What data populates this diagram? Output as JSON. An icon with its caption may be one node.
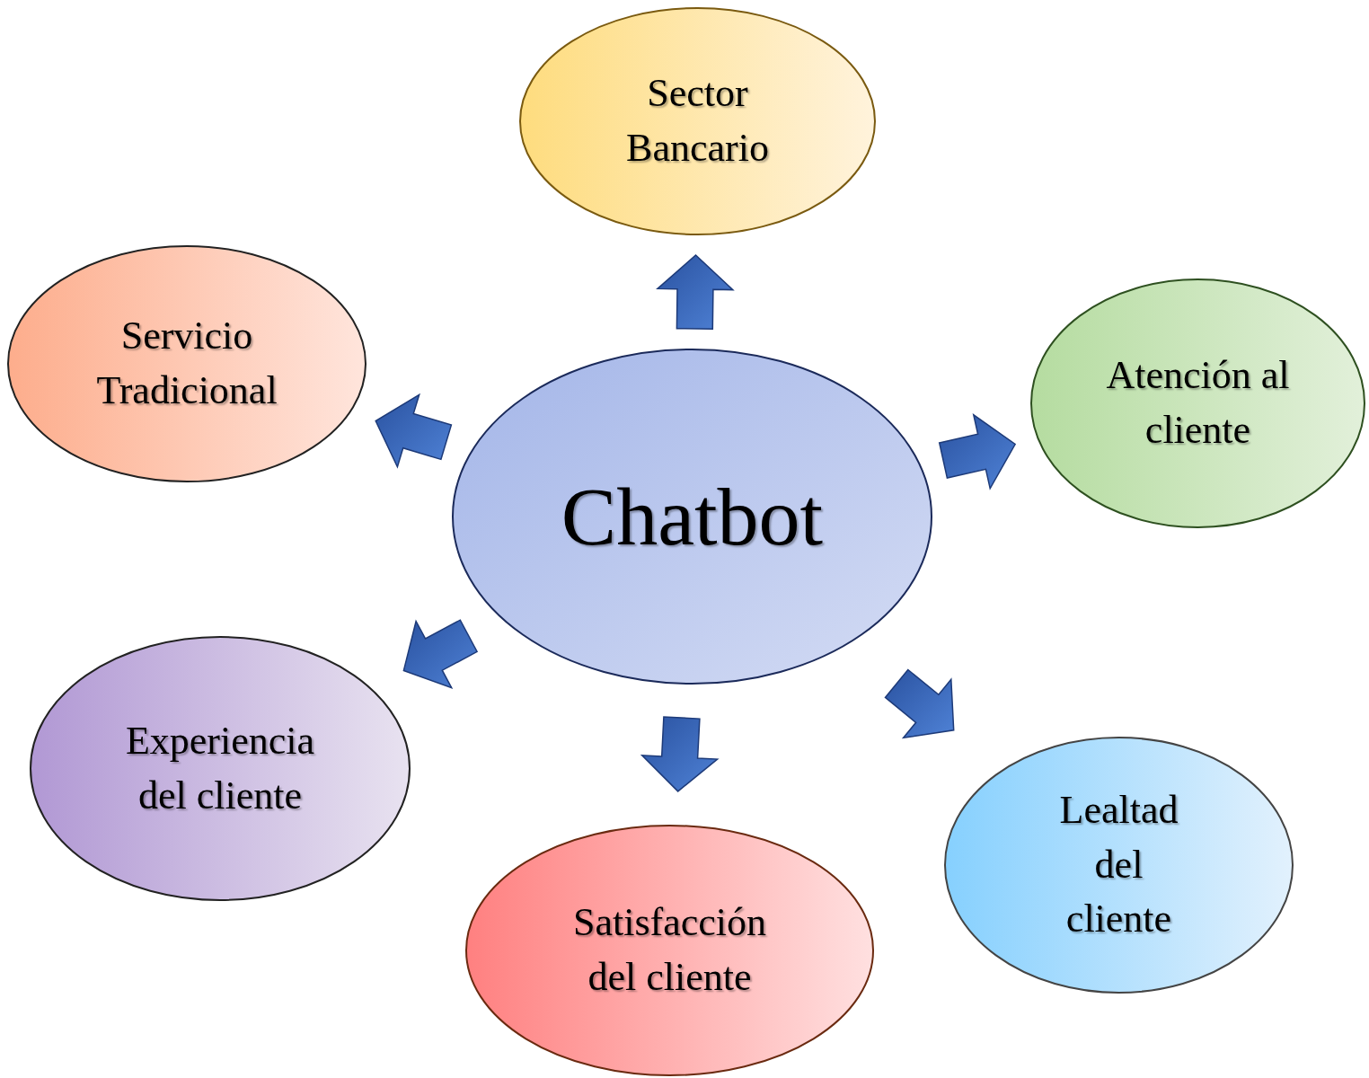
{
  "diagram": {
    "nodes": [
      {
        "text": [
          "Chatbot"
        ]
      },
      {
        "text": [
          "Sector Bancario"
        ]
      },
      {
        "text": [
          "Servicio Tradicional"
        ]
      },
      {
        "text": [
          "Atención al cliente"
        ]
      },
      {
        "text": [
          "Experiencia del cliente"
        ]
      },
      {
        "text": [
          "Satisfacción del cliente"
        ]
      },
      {
        "text": [
          "Lealtad del cliente"
        ]
      }
    ],
    "edges": [
      {
        "from": 0,
        "to": 1,
        "arrow": "to"
      },
      {
        "from": 0,
        "to": 2,
        "arrow": "to"
      },
      {
        "from": 0,
        "to": 3,
        "arrow": "to"
      },
      {
        "from": 0,
        "to": 4,
        "arrow": "to"
      },
      {
        "from": 0,
        "to": 5,
        "arrow": "to"
      },
      {
        "from": 0,
        "to": 6,
        "arrow": "to"
      }
    ]
  }
}
